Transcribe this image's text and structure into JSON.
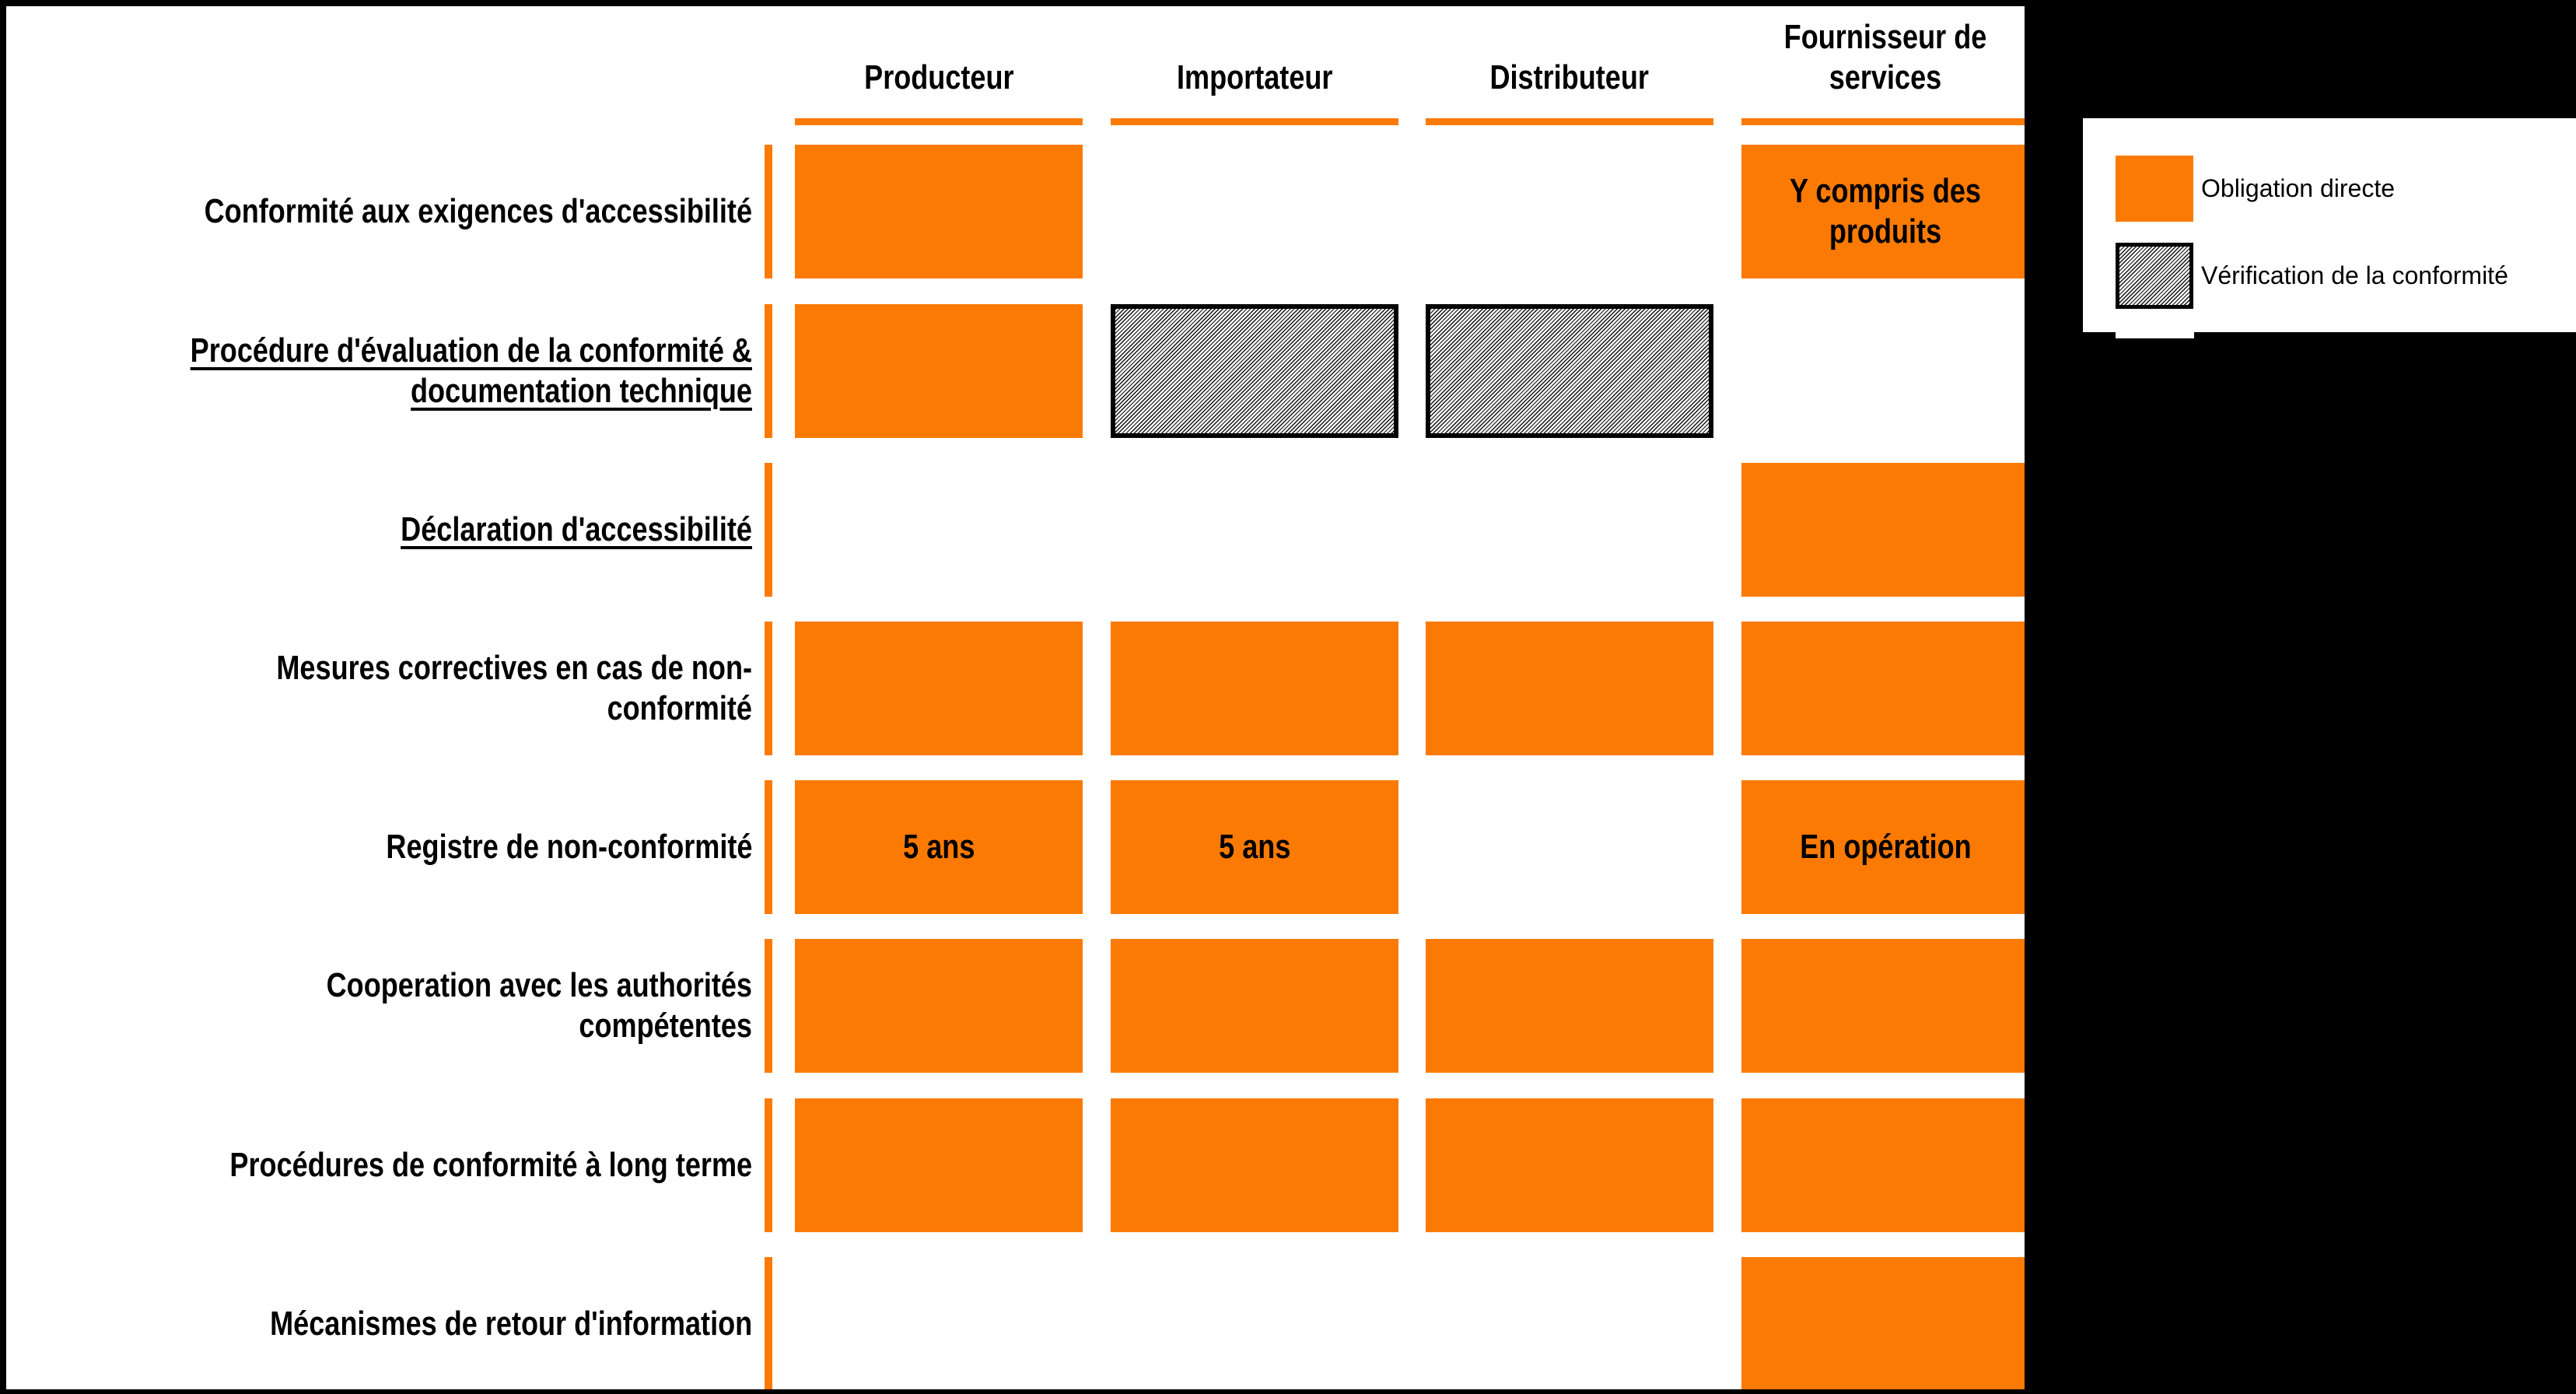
{
  "colors": {
    "accent_orange": "#FB7A03",
    "surround_black": "#000000",
    "surface_white": "#FFFFFF",
    "hatch_line": "#161616"
  },
  "columns": [
    {
      "label": "Producteur"
    },
    {
      "label": "Importateur"
    },
    {
      "label": "Distributeur"
    },
    {
      "label": "Fournisseur de services"
    }
  ],
  "rows": [
    {
      "label": "Conformité aux exigences d'accessibilité",
      "underlined": false,
      "cells": [
        {
          "fill": "orange",
          "text": ""
        },
        {
          "fill": "none",
          "text": ""
        },
        {
          "fill": "none",
          "text": ""
        },
        {
          "fill": "orange",
          "text": "Y compris des produits"
        }
      ]
    },
    {
      "label": "Procédure d'évaluation de la conformité & documentation technique",
      "underlined": true,
      "cells": [
        {
          "fill": "orange",
          "text": ""
        },
        {
          "fill": "hatched",
          "text": ""
        },
        {
          "fill": "hatched",
          "text": ""
        },
        {
          "fill": "none",
          "text": ""
        }
      ]
    },
    {
      "label": "Déclaration d'accessibilité",
      "underlined": true,
      "cells": [
        {
          "fill": "none",
          "text": ""
        },
        {
          "fill": "none",
          "text": ""
        },
        {
          "fill": "none",
          "text": ""
        },
        {
          "fill": "orange",
          "text": ""
        }
      ]
    },
    {
      "label": "Mesures correctives en cas de non-conformité",
      "underlined": false,
      "cells": [
        {
          "fill": "orange",
          "text": ""
        },
        {
          "fill": "orange",
          "text": ""
        },
        {
          "fill": "orange",
          "text": ""
        },
        {
          "fill": "orange",
          "text": ""
        }
      ]
    },
    {
      "label": "Registre de non-conformité",
      "underlined": false,
      "cells": [
        {
          "fill": "orange",
          "text": "5 ans"
        },
        {
          "fill": "orange",
          "text": "5 ans"
        },
        {
          "fill": "none",
          "text": ""
        },
        {
          "fill": "orange",
          "text": "En opération"
        }
      ]
    },
    {
      "label": "Cooperation avec les authorités compétentes",
      "underlined": false,
      "cells": [
        {
          "fill": "orange",
          "text": ""
        },
        {
          "fill": "orange",
          "text": ""
        },
        {
          "fill": "orange",
          "text": ""
        },
        {
          "fill": "orange",
          "text": ""
        }
      ]
    },
    {
      "label": "Procédures de conformité à long terme",
      "underlined": false,
      "cells": [
        {
          "fill": "orange",
          "text": ""
        },
        {
          "fill": "orange",
          "text": ""
        },
        {
          "fill": "orange",
          "text": ""
        },
        {
          "fill": "orange",
          "text": ""
        }
      ]
    },
    {
      "label": "Mécanismes de retour d'information",
      "underlined": false,
      "cells": [
        {
          "fill": "none",
          "text": ""
        },
        {
          "fill": "none",
          "text": ""
        },
        {
          "fill": "none",
          "text": ""
        },
        {
          "fill": "orange",
          "text": ""
        }
      ]
    }
  ],
  "legend": {
    "items": [
      {
        "swatch": "orange",
        "label": "Obligation directe"
      },
      {
        "swatch": "hatched",
        "label": "Vérification de la conformité"
      }
    ]
  }
}
